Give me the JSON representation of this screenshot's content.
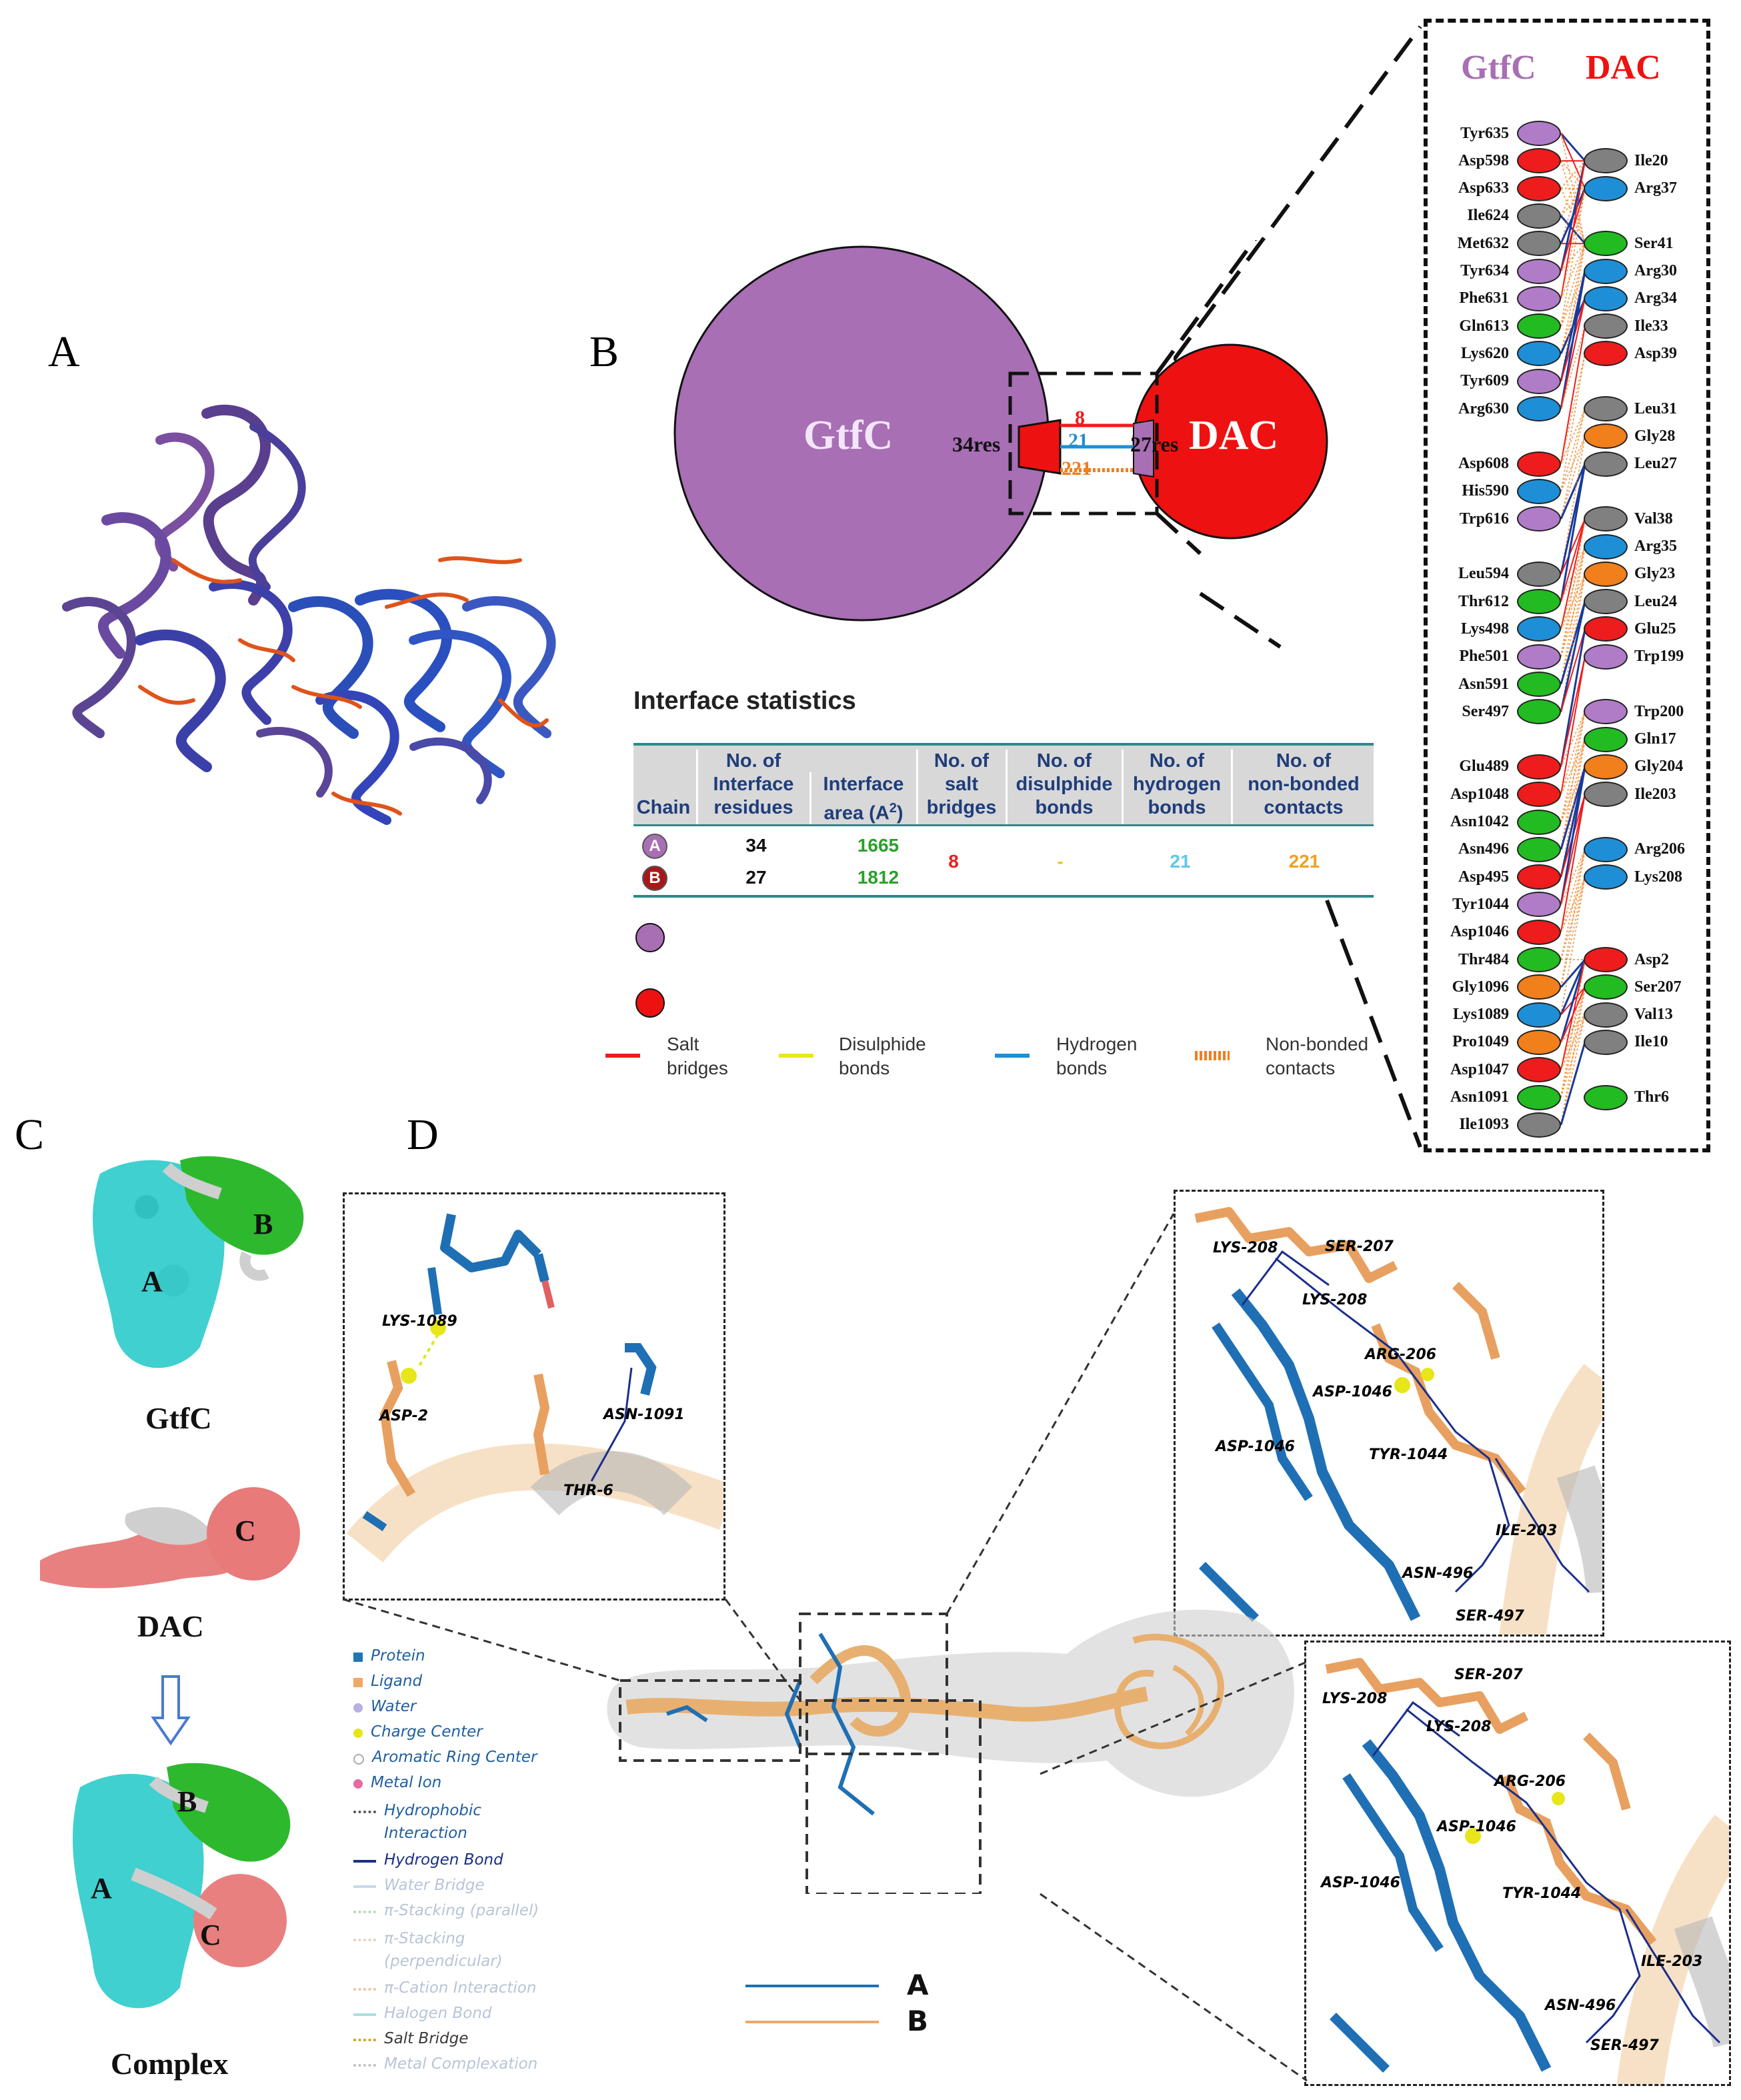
{
  "panels": {
    "a": "A",
    "b": "B",
    "c": "C",
    "d": "D"
  },
  "interface_diagram": {
    "left_circle_label": "GtfC",
    "right_circle_label": "DAC",
    "left_res_label": "34res",
    "right_res_label": "27res",
    "salt_bridge_count": "8",
    "hbond_count": "21",
    "nonbonded_count": "221",
    "colors": {
      "gtfc": "#a86fb5",
      "dac": "#ee1111"
    }
  },
  "residue_panel": {
    "header_left": "GtfC",
    "header_right": "DAC",
    "left_residues": [
      {
        "name": "Tyr635",
        "color": "#b07cc8"
      },
      {
        "name": "Asp598",
        "color": "#ee1c1c"
      },
      {
        "name": "Asp633",
        "color": "#ee1c1c"
      },
      {
        "name": "Ile624",
        "color": "#808080"
      },
      {
        "name": "Met632",
        "color": "#808080"
      },
      {
        "name": "Tyr634",
        "color": "#b07cc8"
      },
      {
        "name": "Phe631",
        "color": "#b07cc8"
      },
      {
        "name": "Gln613",
        "color": "#22bb22"
      },
      {
        "name": "Lys620",
        "color": "#1e8fd6"
      },
      {
        "name": "Tyr609",
        "color": "#b07cc8"
      },
      {
        "name": "Arg630",
        "color": "#1e8fd6"
      },
      {
        "name": "",
        "color": ""
      },
      {
        "name": "Asp608",
        "color": "#ee1c1c"
      },
      {
        "name": "His590",
        "color": "#1e8fd6"
      },
      {
        "name": "Trp616",
        "color": "#b07cc8"
      },
      {
        "name": "",
        "color": ""
      },
      {
        "name": "Leu594",
        "color": "#808080"
      },
      {
        "name": "Thr612",
        "color": "#22bb22"
      },
      {
        "name": "Lys498",
        "color": "#1e8fd6"
      },
      {
        "name": "Phe501",
        "color": "#b07cc8"
      },
      {
        "name": "Asn591",
        "color": "#22bb22"
      },
      {
        "name": "Ser497",
        "color": "#22bb22"
      },
      {
        "name": "",
        "color": ""
      },
      {
        "name": "Glu489",
        "color": "#ee1c1c"
      },
      {
        "name": "Asp1048",
        "color": "#ee1c1c"
      },
      {
        "name": "Asn1042",
        "color": "#22bb22"
      },
      {
        "name": "Asn496",
        "color": "#22bb22"
      },
      {
        "name": "Asp495",
        "color": "#ee1c1c"
      },
      {
        "name": "Tyr1044",
        "color": "#b07cc8"
      },
      {
        "name": "Asp1046",
        "color": "#ee1c1c"
      },
      {
        "name": "Thr484",
        "color": "#22bb22"
      },
      {
        "name": "Gly1096",
        "color": "#f07f1c"
      },
      {
        "name": "Lys1089",
        "color": "#1e8fd6"
      },
      {
        "name": "Pro1049",
        "color": "#f07f1c"
      },
      {
        "name": "Asp1047",
        "color": "#ee1c1c"
      },
      {
        "name": "Asn1091",
        "color": "#22bb22"
      },
      {
        "name": "Ile1093",
        "color": "#808080"
      }
    ],
    "right_residues": [
      {
        "name": "",
        "color": ""
      },
      {
        "name": "Ile20",
        "color": "#808080"
      },
      {
        "name": "Arg37",
        "color": "#1e8fd6"
      },
      {
        "name": "",
        "color": ""
      },
      {
        "name": "Ser41",
        "color": "#22bb22"
      },
      {
        "name": "Arg30",
        "color": "#1e8fd6"
      },
      {
        "name": "Arg34",
        "color": "#1e8fd6"
      },
      {
        "name": "Ile33",
        "color": "#808080"
      },
      {
        "name": "Asp39",
        "color": "#ee1c1c"
      },
      {
        "name": "",
        "color": ""
      },
      {
        "name": "Leu31",
        "color": "#808080"
      },
      {
        "name": "Gly28",
        "color": "#f07f1c"
      },
      {
        "name": "Leu27",
        "color": "#808080"
      },
      {
        "name": "",
        "color": ""
      },
      {
        "name": "Val38",
        "color": "#808080"
      },
      {
        "name": "Arg35",
        "color": "#1e8fd6"
      },
      {
        "name": "Gly23",
        "color": "#f07f1c"
      },
      {
        "name": "Leu24",
        "color": "#808080"
      },
      {
        "name": "Glu25",
        "color": "#ee1c1c"
      },
      {
        "name": "Trp199",
        "color": "#b07cc8"
      },
      {
        "name": "",
        "color": ""
      },
      {
        "name": "Trp200",
        "color": "#b07cc8"
      },
      {
        "name": "Gln17",
        "color": "#22bb22"
      },
      {
        "name": "Gly204",
        "color": "#f07f1c"
      },
      {
        "name": "Ile203",
        "color": "#808080"
      },
      {
        "name": "",
        "color": ""
      },
      {
        "name": "Arg206",
        "color": "#1e8fd6"
      },
      {
        "name": "Lys208",
        "color": "#1e8fd6"
      },
      {
        "name": "",
        "color": ""
      },
      {
        "name": "",
        "color": ""
      },
      {
        "name": "Asp2",
        "color": "#ee1c1c"
      },
      {
        "name": "Ser207",
        "color": "#22bb22"
      },
      {
        "name": "Val13",
        "color": "#808080"
      },
      {
        "name": "Ile10",
        "color": "#808080"
      },
      {
        "name": "",
        "color": ""
      },
      {
        "name": "Thr6",
        "color": "#22bb22"
      },
      {
        "name": "",
        "color": ""
      }
    ]
  },
  "stats": {
    "title": "Interface statistics",
    "headers": [
      "Chain",
      "No. of Interface residues",
      "Interface area (A2)",
      "No. of salt bridges",
      "No. of disulphide bonds",
      "No. of hydrogen bonds",
      "No. of non-bonded contacts"
    ],
    "header_lines": {
      "chain": [
        "Chain"
      ],
      "residues": [
        "No. of",
        "Interface",
        "residues"
      ],
      "area": [
        "Interface",
        "area (A",
        ")"
      ],
      "salt": [
        "No. of",
        "salt",
        "bridges"
      ],
      "disulphide": [
        "No. of",
        "disulphide",
        "bonds"
      ],
      "hbond": [
        "No. of",
        "hydrogen",
        "bonds"
      ],
      "nonbonded": [
        "No. of",
        "non-bonded",
        "contacts"
      ]
    },
    "area_superscript": "2",
    "rows": [
      {
        "chain": "A",
        "residues": "34",
        "area": "1665"
      },
      {
        "chain": "B",
        "residues": "27",
        "area": "1812"
      }
    ],
    "salt_bridges": "8",
    "disulphide": "-",
    "hbonds": "21",
    "nonbonded": "221",
    "legend": [
      {
        "line1": "Salt",
        "line2": "bridges",
        "color": "#ee1c1c"
      },
      {
        "line1": "Disulphide",
        "line2": "bonds",
        "color": "#e8e81a"
      },
      {
        "line1": "Hydrogen",
        "line2": "bonds",
        "color": "#1e8fd6"
      },
      {
        "line1": "Non-bonded",
        "line2": "contacts",
        "color": "#f07f1c"
      }
    ]
  },
  "panel_c": {
    "gtfc_label": "GtfC",
    "dac_label": "DAC",
    "complex_label": "Complex",
    "domain_a": "A",
    "domain_b": "B",
    "domain_c": "C"
  },
  "panel_d": {
    "inset1_labels": [
      "LYS-1089",
      "ASP-2",
      "ASN-1091",
      "THR-6"
    ],
    "inset2_labels": [
      "LYS-208",
      "SER-207",
      "LYS-208",
      "ARG-206",
      "ASP-1046",
      "ASP-1046",
      "TYR-1044",
      "ILE-203",
      "ASN-496",
      "SER-497"
    ],
    "inset3_labels": [
      "LYS-208",
      "SER-207",
      "LYS-208",
      "ARG-206",
      "ASP-1046",
      "ASP-1046",
      "TYR-1044",
      "ILE-203",
      "ASN-496",
      "SER-497"
    ],
    "legend": [
      {
        "label": "Protein",
        "marker": "square",
        "color": "#1f77b4"
      },
      {
        "label": "Ligand",
        "marker": "square",
        "color": "#f0a868"
      },
      {
        "label": "Water",
        "marker": "circle",
        "color": "#b8b0e0"
      },
      {
        "label": "Charge Center",
        "marker": "circle",
        "color": "#e6e61a"
      },
      {
        "label": "Aromatic Ring Center",
        "marker": "ring",
        "color": "#aaaaaa"
      },
      {
        "label": "Metal Ion",
        "marker": "circle",
        "color": "#e86aa0"
      },
      {
        "label": "Hydrophobic Interaction",
        "marker": "dots",
        "color": "#555555"
      },
      {
        "label": "Hydrogen Bond",
        "marker": "line",
        "color": "#1a2f8a"
      },
      {
        "label": "Water Bridge",
        "marker": "line",
        "color": "#c8d8f0"
      },
      {
        "label": "π-Stacking (parallel)",
        "marker": "dots",
        "color": "#b8d8b8"
      },
      {
        "label": "π-Stacking (perpendicular)",
        "marker": "dots",
        "color": "#e8d0b8"
      },
      {
        "label": "π-Cation Interaction",
        "marker": "dots",
        "color": "#f0c0a8"
      },
      {
        "label": "Halogen Bond",
        "marker": "line",
        "color": "#a8e0e0"
      },
      {
        "label": "Salt Bridge",
        "marker": "dots",
        "color": "#d4a017"
      },
      {
        "label": "Metal Complexation",
        "marker": "dots",
        "color": "#c0c0c0"
      }
    ],
    "chain_legend": [
      {
        "label": "A",
        "color": "#1f6fb4"
      },
      {
        "label": "B",
        "color": "#f0a868"
      }
    ]
  }
}
